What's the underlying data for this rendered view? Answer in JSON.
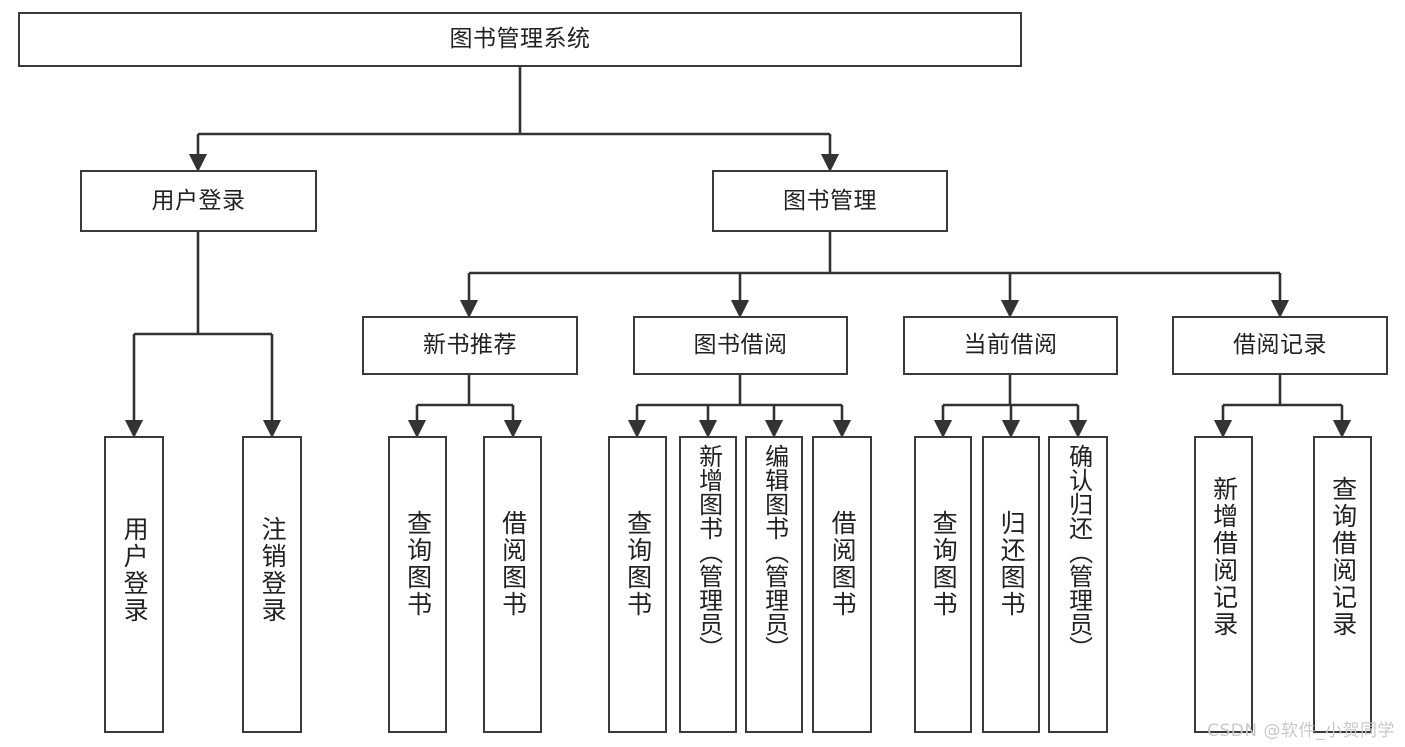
{
  "diagram": {
    "title": "图书管理系统",
    "type": "tree",
    "orientation": "top-down",
    "colors": {
      "background": "#ffffff",
      "box_border": "#3a3a3a",
      "box_fill": "#ffffff",
      "edge": "#333333",
      "text": "#222222",
      "watermark": "#c9c9c9"
    },
    "nodes": {
      "root": {
        "label": "图书管理系统",
        "level": 0
      },
      "user_login": {
        "label": "用户登录",
        "level": 1
      },
      "book_manage": {
        "label": "图书管理",
        "level": 1
      },
      "new_book_rec": {
        "label": "新书推荐",
        "level": 2
      },
      "book_borrow": {
        "label": "图书借阅",
        "level": 2
      },
      "current_borrow": {
        "label": "当前借阅",
        "level": 2
      },
      "borrow_record": {
        "label": "借阅记录",
        "level": 2
      },
      "leaf_user_login": {
        "label": "用户登录",
        "level": 3
      },
      "leaf_logout": {
        "label": "注销登录",
        "level": 3
      },
      "leaf_query_book_1": {
        "label": "查询图书",
        "level": 3
      },
      "leaf_borrow_book_1": {
        "label": "借阅图书",
        "level": 3
      },
      "leaf_query_book_2": {
        "label": "查询图书",
        "level": 3
      },
      "leaf_add_book_admin": {
        "label": "新增图书（管理员）",
        "level": 3
      },
      "leaf_edit_book_admin": {
        "label": "编辑图书（管理员）",
        "level": 3
      },
      "leaf_borrow_book_2": {
        "label": "借阅图书",
        "level": 3
      },
      "leaf_query_book_3": {
        "label": "查询图书",
        "level": 3
      },
      "leaf_return_book": {
        "label": "归还图书",
        "level": 3
      },
      "leaf_confirm_return_admin": {
        "label": "确认归还（管理员）",
        "level": 3
      },
      "leaf_add_borrow_record": {
        "label": "新增借阅记录",
        "level": 3
      },
      "leaf_query_borrow_record": {
        "label": "查询借阅记录",
        "level": 3
      }
    },
    "edges": [
      {
        "from": "root",
        "to": "user_login"
      },
      {
        "from": "root",
        "to": "book_manage"
      },
      {
        "from": "user_login",
        "to": "leaf_user_login"
      },
      {
        "from": "user_login",
        "to": "leaf_logout"
      },
      {
        "from": "book_manage",
        "to": "new_book_rec"
      },
      {
        "from": "book_manage",
        "to": "book_borrow"
      },
      {
        "from": "book_manage",
        "to": "current_borrow"
      },
      {
        "from": "book_manage",
        "to": "borrow_record"
      },
      {
        "from": "new_book_rec",
        "to": "leaf_query_book_1"
      },
      {
        "from": "new_book_rec",
        "to": "leaf_borrow_book_1"
      },
      {
        "from": "book_borrow",
        "to": "leaf_query_book_2"
      },
      {
        "from": "book_borrow",
        "to": "leaf_add_book_admin"
      },
      {
        "from": "book_borrow",
        "to": "leaf_edit_book_admin"
      },
      {
        "from": "book_borrow",
        "to": "leaf_borrow_book_2"
      },
      {
        "from": "current_borrow",
        "to": "leaf_query_book_3"
      },
      {
        "from": "current_borrow",
        "to": "leaf_return_book"
      },
      {
        "from": "current_borrow",
        "to": "leaf_confirm_return_admin"
      },
      {
        "from": "borrow_record",
        "to": "leaf_add_borrow_record"
      },
      {
        "from": "borrow_record",
        "to": "leaf_query_borrow_record"
      }
    ]
  },
  "watermark": {
    "text": "CSDN @软件_小贺同学"
  }
}
